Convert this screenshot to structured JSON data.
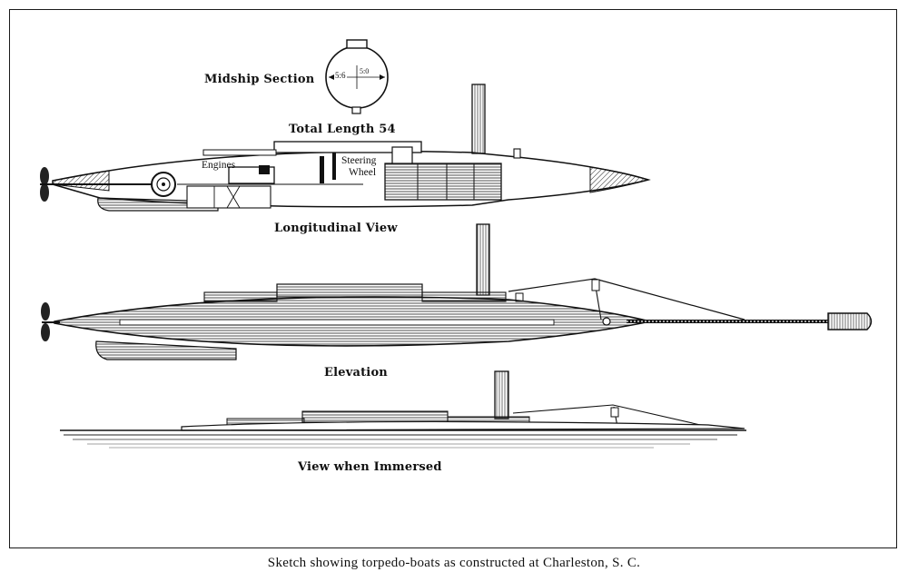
{
  "labels": {
    "midship_section": "Midship Section",
    "midship_dimension": "5:6",
    "midship_dimension_vertical": "5:0",
    "total_length": "Total Length 54",
    "engines": "Engines",
    "steering_line1": "Steering",
    "steering_line2": "Wheel",
    "longitudinal_view": "Longitudinal View",
    "elevation": "Elevation",
    "view_when_immersed": "View when Immersed"
  },
  "caption": "Sketch showing torpedo-boats as constructed at Charleston, S. C."
}
